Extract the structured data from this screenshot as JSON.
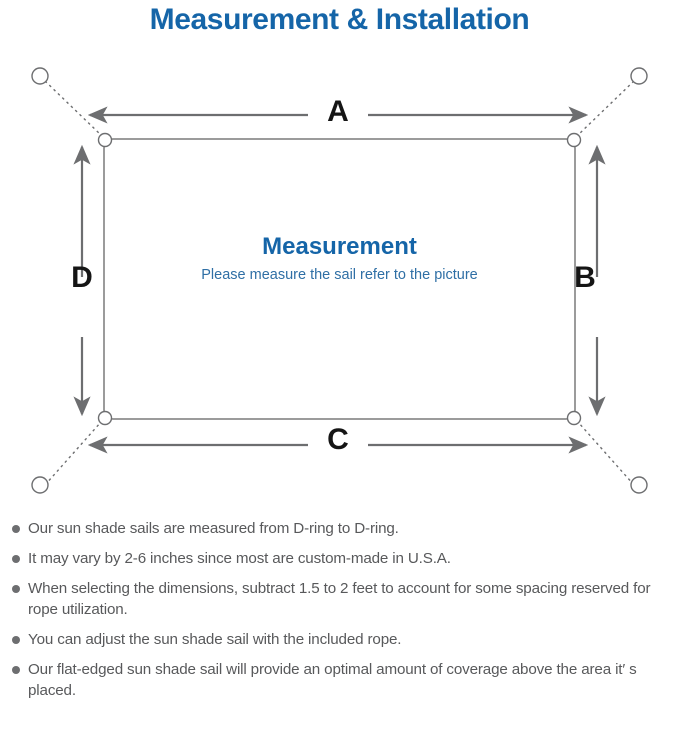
{
  "page": {
    "title": "Measurement & Installation",
    "background_color": "#ffffff"
  },
  "colors": {
    "title_blue": "#1565a8",
    "subtitle_blue": "#2f6fa5",
    "line_gray": "#7a7a7a",
    "arrow_gray": "#6d6e70",
    "label_black": "#151515",
    "note_text": "#58595b"
  },
  "diagram": {
    "name": "sun-shade-sail-measurement-diagram",
    "sail": {
      "center_title": "Measurement",
      "center_subtitle": "Please measure the sail refer to the picture"
    },
    "dimension_labels": {
      "top": "A",
      "right": "B",
      "bottom": "C",
      "left": "D"
    },
    "anchors": [
      {
        "name": "anchor-top-left"
      },
      {
        "name": "anchor-top-right"
      },
      {
        "name": "anchor-bottom-left"
      },
      {
        "name": "anchor-bottom-right"
      }
    ],
    "d_rings": [
      {
        "name": "d-ring-top-left"
      },
      {
        "name": "d-ring-top-right"
      },
      {
        "name": "d-ring-bottom-left"
      },
      {
        "name": "d-ring-bottom-right"
      }
    ]
  },
  "notes": [
    "Our sun shade sails are measured from D-ring to D-ring.",
    "It may vary by 2-6 inches since most are custom-made in U.S.A.",
    "When selecting the dimensions, subtract 1.5 to 2 feet to account for some spacing reserved for rope utilization.",
    "You can adjust the sun shade sail with the included rope.",
    "Our flat-edged sun shade sail will provide an optimal amount of coverage above the area it′ s placed."
  ]
}
